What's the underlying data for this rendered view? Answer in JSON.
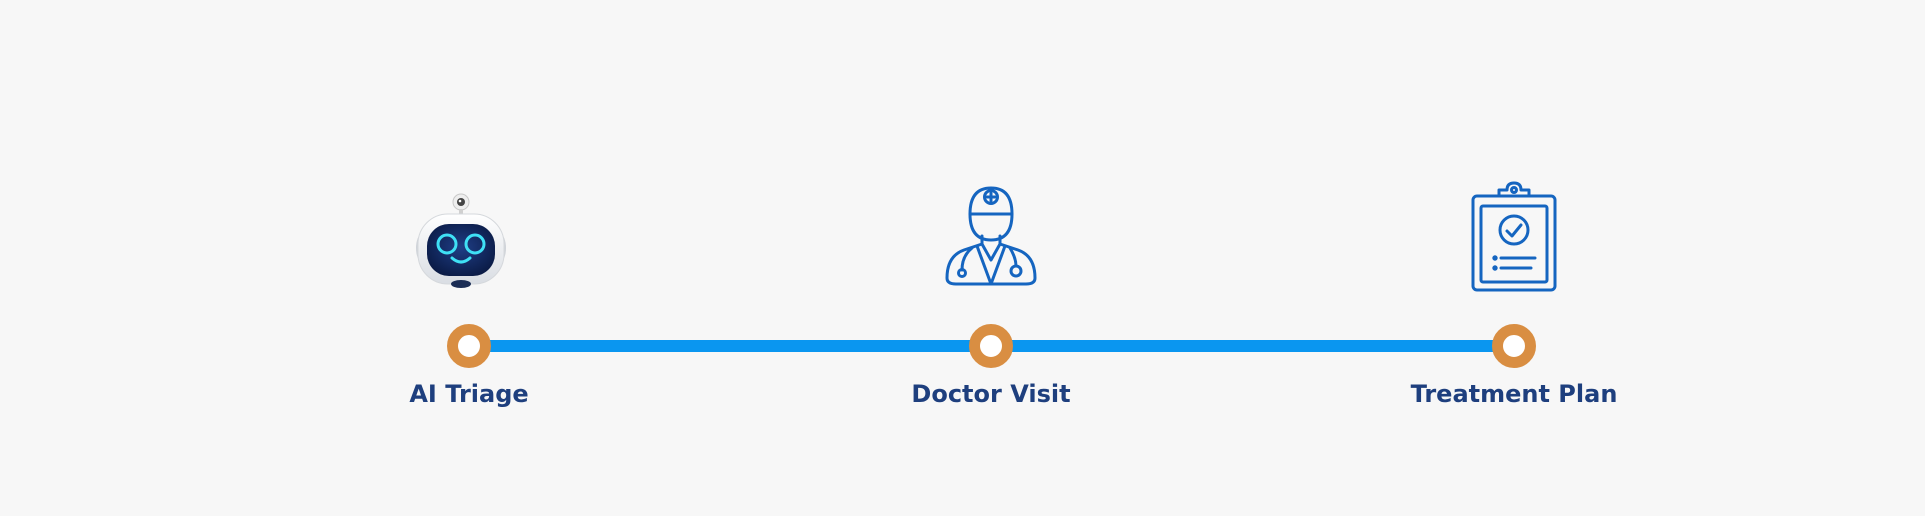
{
  "steps": [
    {
      "label": "AI Triage",
      "icon": "robot-icon"
    },
    {
      "label": "Doctor Visit",
      "icon": "doctor-icon"
    },
    {
      "label": "Treatment Plan",
      "icon": "clipboard-check-icon"
    }
  ],
  "colors": {
    "background": "#f7f7f7",
    "line": "#0a96f0",
    "node_ring": "#d98e42",
    "label_text": "#1e3f7e",
    "icon_stroke": "#1565c0"
  }
}
